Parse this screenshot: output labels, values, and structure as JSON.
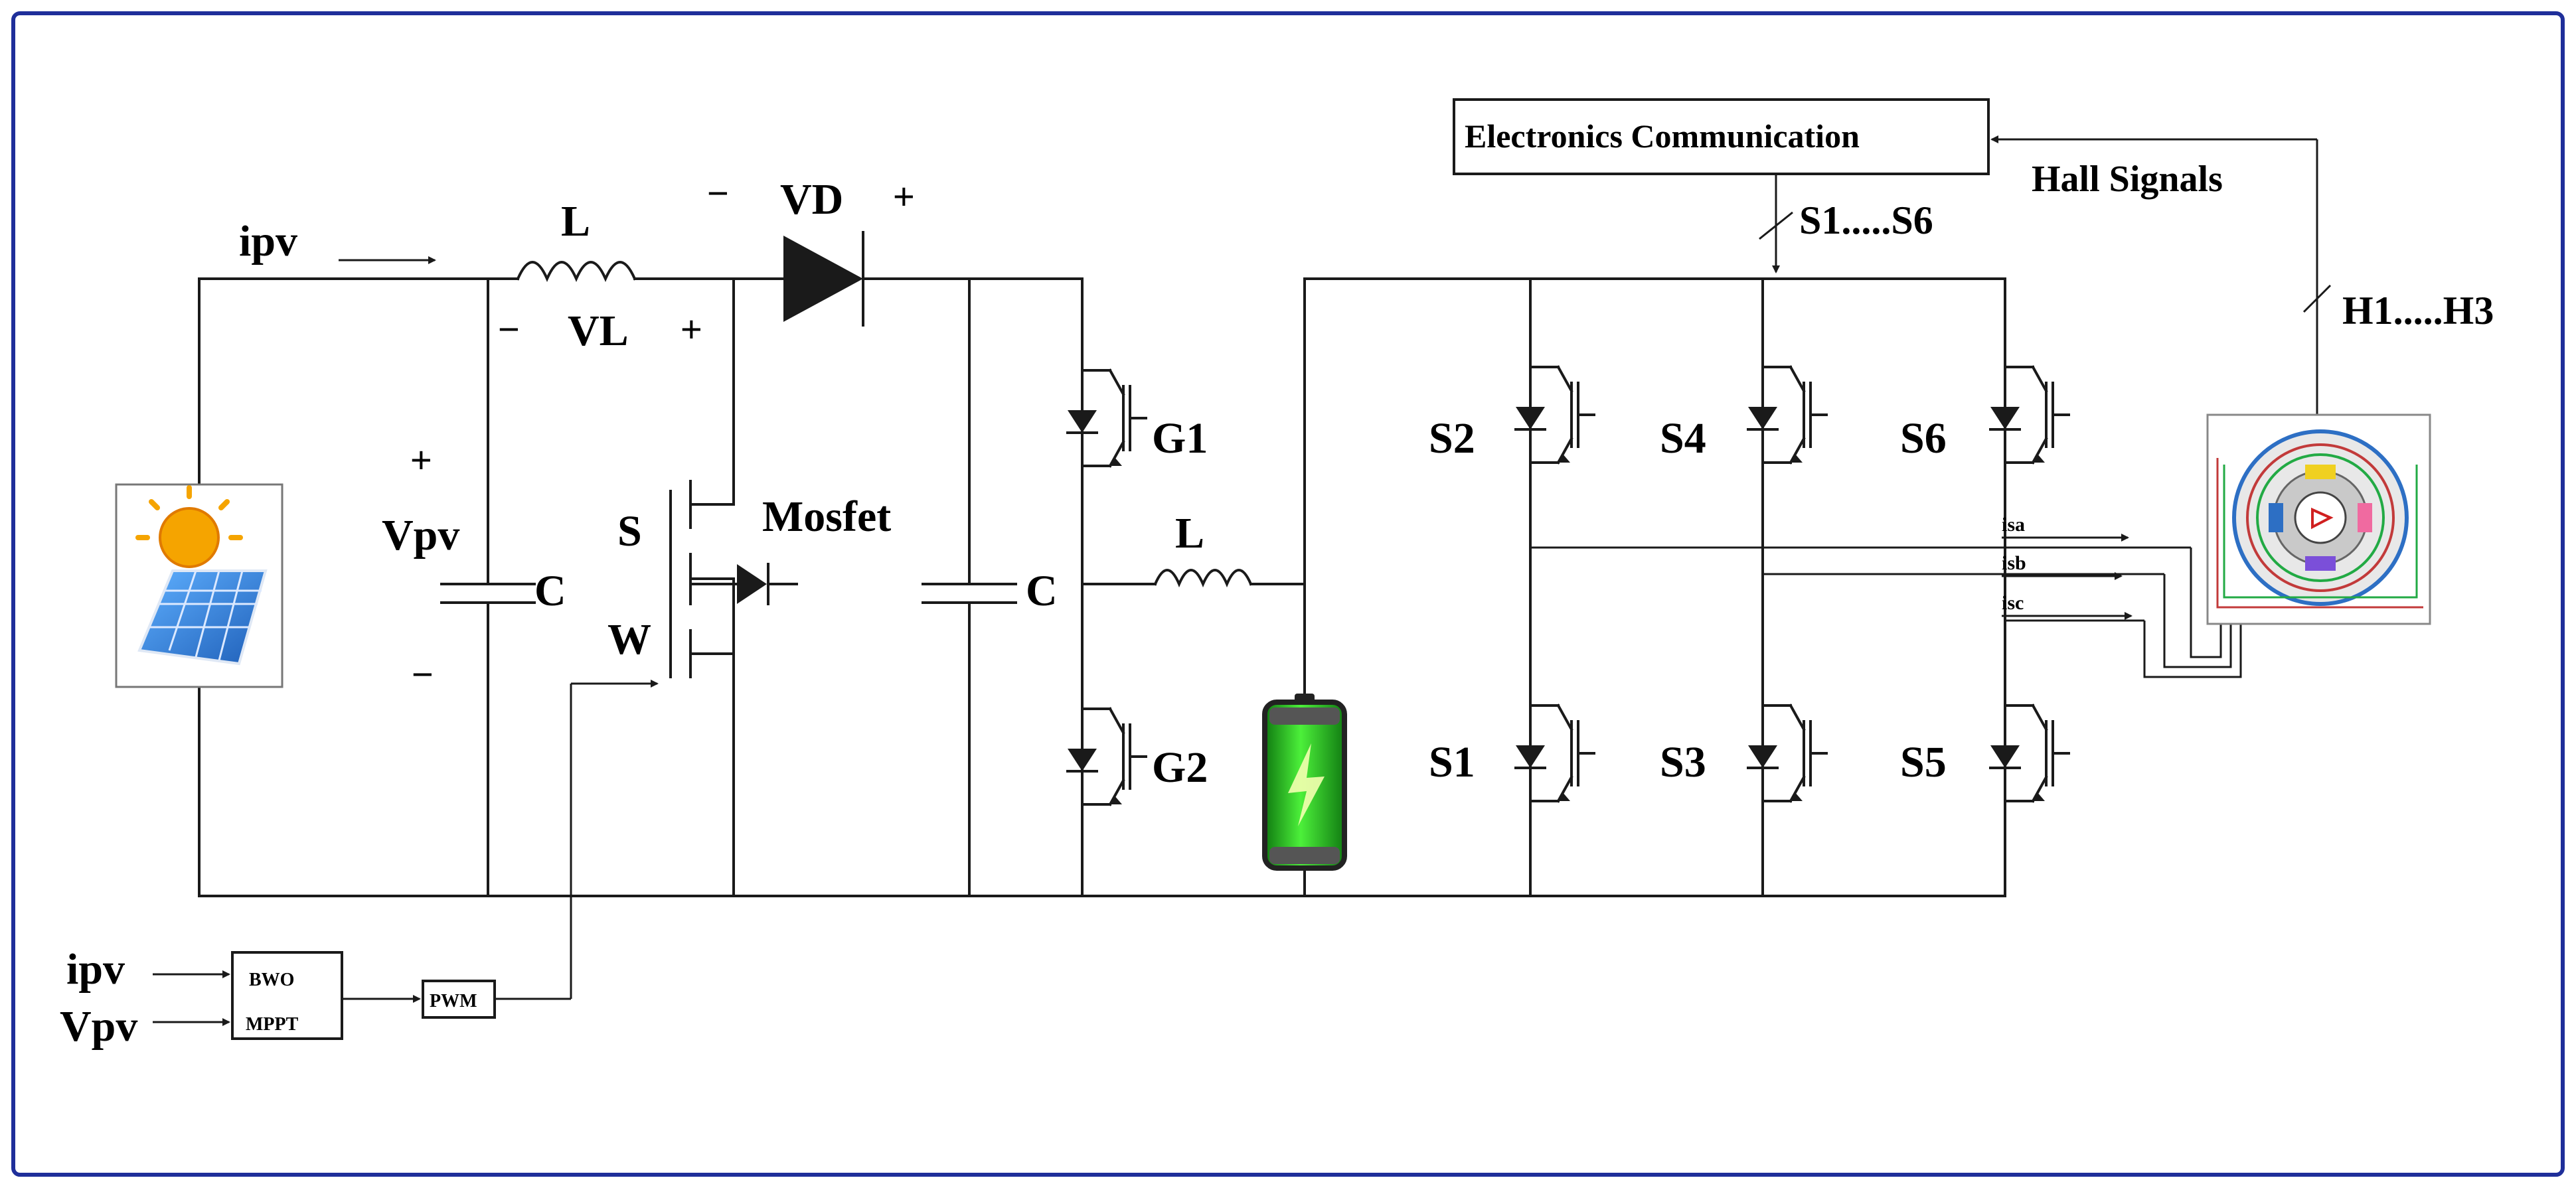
{
  "labels": {
    "ipv_top": "ipv",
    "inductor_boost": "L",
    "vl": "VL",
    "vd": "VD",
    "minus": "−",
    "plus": "+",
    "vpv_cap": "Vpv",
    "cap_input": "C",
    "cap_dc": "C",
    "mosfet": "Mosfet",
    "gate_s": "S",
    "gate_w": "W",
    "g1": "G1",
    "g2": "G2",
    "inductor_dc": "L",
    "s1": "S1",
    "s2": "S2",
    "s3": "S3",
    "s4": "S4",
    "s5": "S5",
    "s6": "S6",
    "electronics_comm": "Electronics Communication",
    "hall_signals": "Hall Signals",
    "bus_s": "S1.....S6",
    "bus_h": "H1.....H3",
    "isa": "isa",
    "isb": "isb",
    "isc": "isc",
    "bwo": "BWO",
    "mppt": "MPPT",
    "pwm": "PWM",
    "ipv_in": "ipv",
    "vpv_in": "Vpv"
  },
  "colors": {
    "frame": "#1f2f9a",
    "wire": "#1a1a1a",
    "battery_green": "#33dd22",
    "sun": "#f5a400",
    "panel": "#2d7fd6"
  },
  "icons": {
    "pv": "solar-panel-icon",
    "battery": "battery-icon",
    "motor": "bldc-motor-icon"
  }
}
